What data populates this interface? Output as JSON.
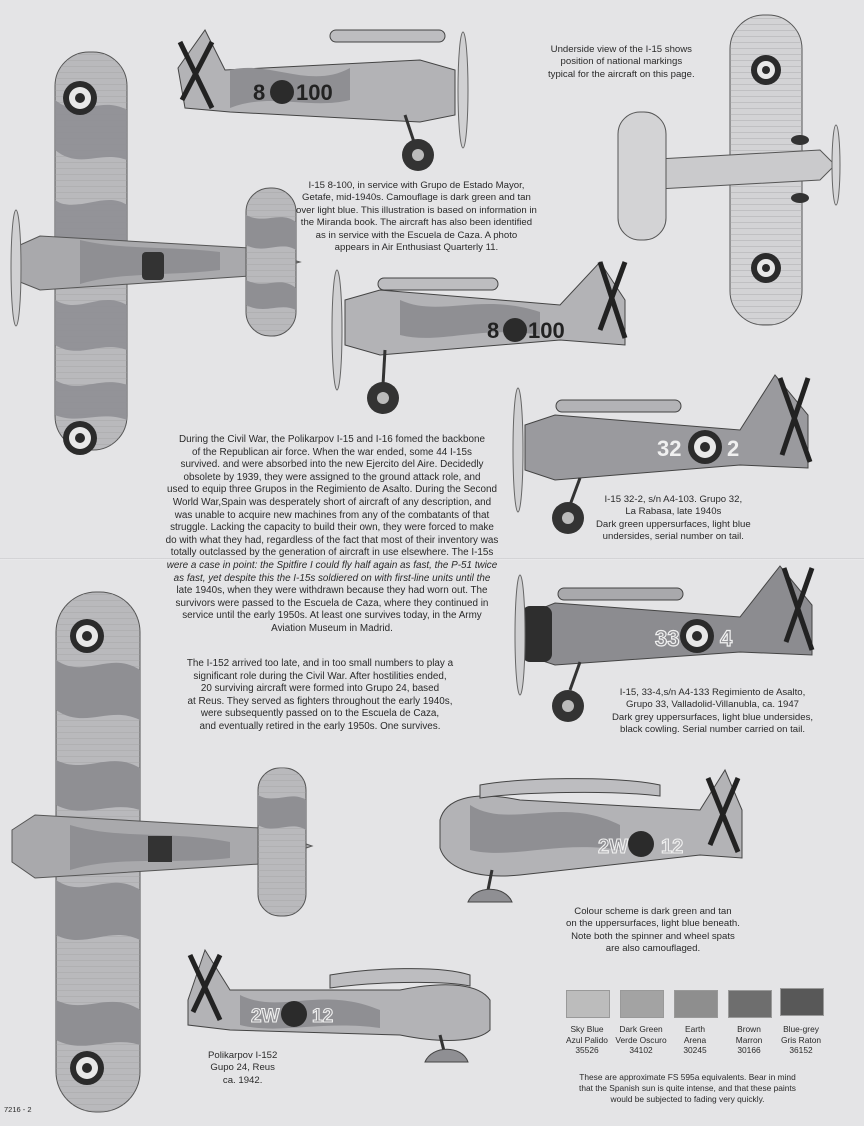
{
  "captions": {
    "underside": [
      "Underside view of the I-15 shows",
      "position of national markings",
      "typical for the aircraft on this page."
    ],
    "i15_8_100": [
      "I-15  8-100, in service with Grupo de Estado Mayor,",
      "Getafe, mid-1940s. Camouflage is dark green and tan",
      "over light blue. This illustration is based on information in",
      "the Miranda book. The aircraft has also been identified",
      "as in service with the Escuela de Caza. A photo",
      "appears in Air Enthusiast Quarterly 11."
    ],
    "i15_32_2": [
      "I-15 32-2, s/n A4-103. Grupo 32,",
      "La Rabasa, late 1940s",
      "Dark green uppersurfaces, light blue",
      "undersides, serial number on tail."
    ],
    "i15_33_4": [
      "I-15, 33-4,s/n A4-133  Regimiento de Asalto,",
      "Grupo 33, Valladolid-Villanubla, ca. 1947",
      "Dark grey uppersurfaces, light blue undersides,",
      "black cowling. Serial number carried  on tail."
    ],
    "colour_scheme": [
      "Colour scheme is dark green and tan",
      "on the uppersurfaces, light blue beneath.",
      "Note both the spinner and wheel spats",
      "are also camouflaged."
    ],
    "i152": [
      "Polikarpov I-152",
      "Gupo 24, Reus",
      "ca. 1942."
    ]
  },
  "history": {
    "paragraph1": [
      "During the Civil War, the Polikarpov I-15 and I-16 fomed the backbone",
      "of the Republican air force. When the war ended, some 44 I-15s",
      "survived. and were absorbed into the new Ejercito del Aire. Decidedly",
      "obsolete by 1939, they were assigned to the ground attack role, and",
      "used to equip three Grupos in the Regimiento de Asalto. During the Second",
      "World War,Spain was desperately short of aircraft of any description, and",
      "was unable to acquire new machines from any of the combatants of that",
      "struggle. Lacking the capacity to build their own, they were forced to make",
      "do with what they had, regardless of the fact that most of their inventory was",
      "totally outclassed by the generation of aircraft in use elsewhere. The I-15s",
      "were a case in point: the Spitfire I could fly half again as fast, the P-51 twice",
      "as fast, yet despite this the I-15s soldiered on with first-line units until the",
      "late 1940s, when they were withdrawn because they had worn out. The",
      "survivors were passed to the Escuela de Caza, where they continued in",
      "service until the early 1950s. At least one survives today, in the Army",
      "Aviation Museum in Madrid."
    ],
    "paragraph2": [
      "The I-152 arrived too late, and in too small numbers to play a",
      "significant role during the Civil War. After hostilities ended,",
      "20 surviving aircraft were formed into Grupo 24, based",
      "at Reus. They served as fighters throughout the early  1940s,",
      "were subsequently passed on to the Escuela de Caza,",
      "and eventually retired in the early 1950s. One survives."
    ]
  },
  "aircraft_markings": {
    "a": [
      "8",
      "100"
    ],
    "b": [
      "32",
      "2"
    ],
    "c": [
      "33",
      "4"
    ],
    "d": [
      "2W",
      "12"
    ]
  },
  "swatches": [
    {
      "en": "Sky Blue",
      "es": "Azul Palido",
      "fs": "35526",
      "color": "#bcbcbc"
    },
    {
      "en": "Dark Green",
      "es": "Verde Oscuro",
      "fs": "34102",
      "color": "#a3a3a3"
    },
    {
      "en": "Earth",
      "es": "Arena",
      "fs": "30245",
      "color": "#8e8e8e"
    },
    {
      "en": "Brown",
      "es": "Marron",
      "fs": "30166",
      "color": "#6e6e6e"
    },
    {
      "en": "Blue-grey",
      "es": "Gris Raton",
      "fs": "36152",
      "color": "#585858"
    }
  ],
  "footnote": [
    "These are approximate FS 595a equivalents. Bear in mind",
    "that the Spanish sun is quite intense, and that these paints",
    "would be subjected to fading very quickly."
  ],
  "page_number": "7216 - 2",
  "colors": {
    "light_blue": "#c9c9cb",
    "dark_green": "#8f8f93",
    "tan": "#b1b1b4",
    "dark_grey": "#7e7e82",
    "roundel_black": "#2b2b2b"
  }
}
